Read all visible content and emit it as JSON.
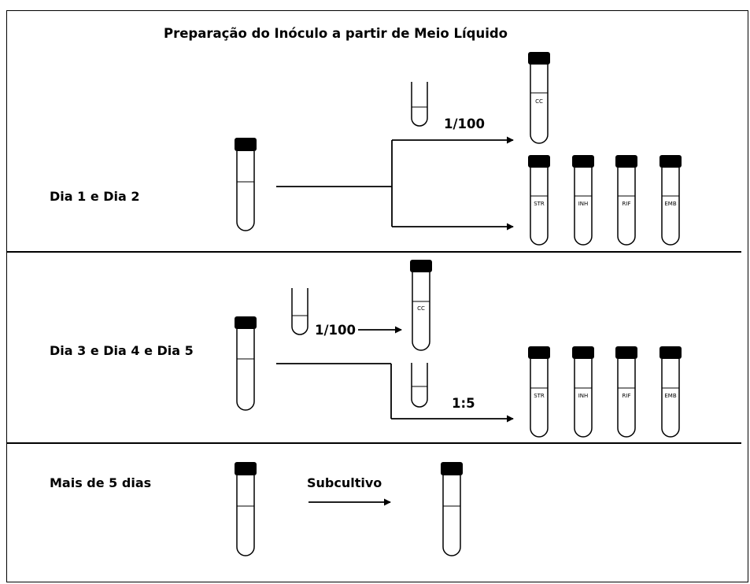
{
  "title": "Preparação do Inóculo a partir de Meio Líquido",
  "rows": [
    {
      "label": "Dia 1 e Dia 2"
    },
    {
      "label": "Dia 3 e Dia 4 e Dia 5"
    },
    {
      "label": "Mais de 5 dias"
    }
  ],
  "row1": {
    "dilution": "1/100",
    "control_label": "CC",
    "drug_labels": [
      "STR",
      "INH",
      "RIF",
      "EMB"
    ]
  },
  "row2": {
    "dilution_control": "1/100",
    "dilution_drugs": "1:5",
    "control_label": "CC",
    "drug_labels": [
      "STR",
      "INH",
      "RIF",
      "EMB"
    ]
  },
  "row3": {
    "action": "Subcultivo"
  }
}
